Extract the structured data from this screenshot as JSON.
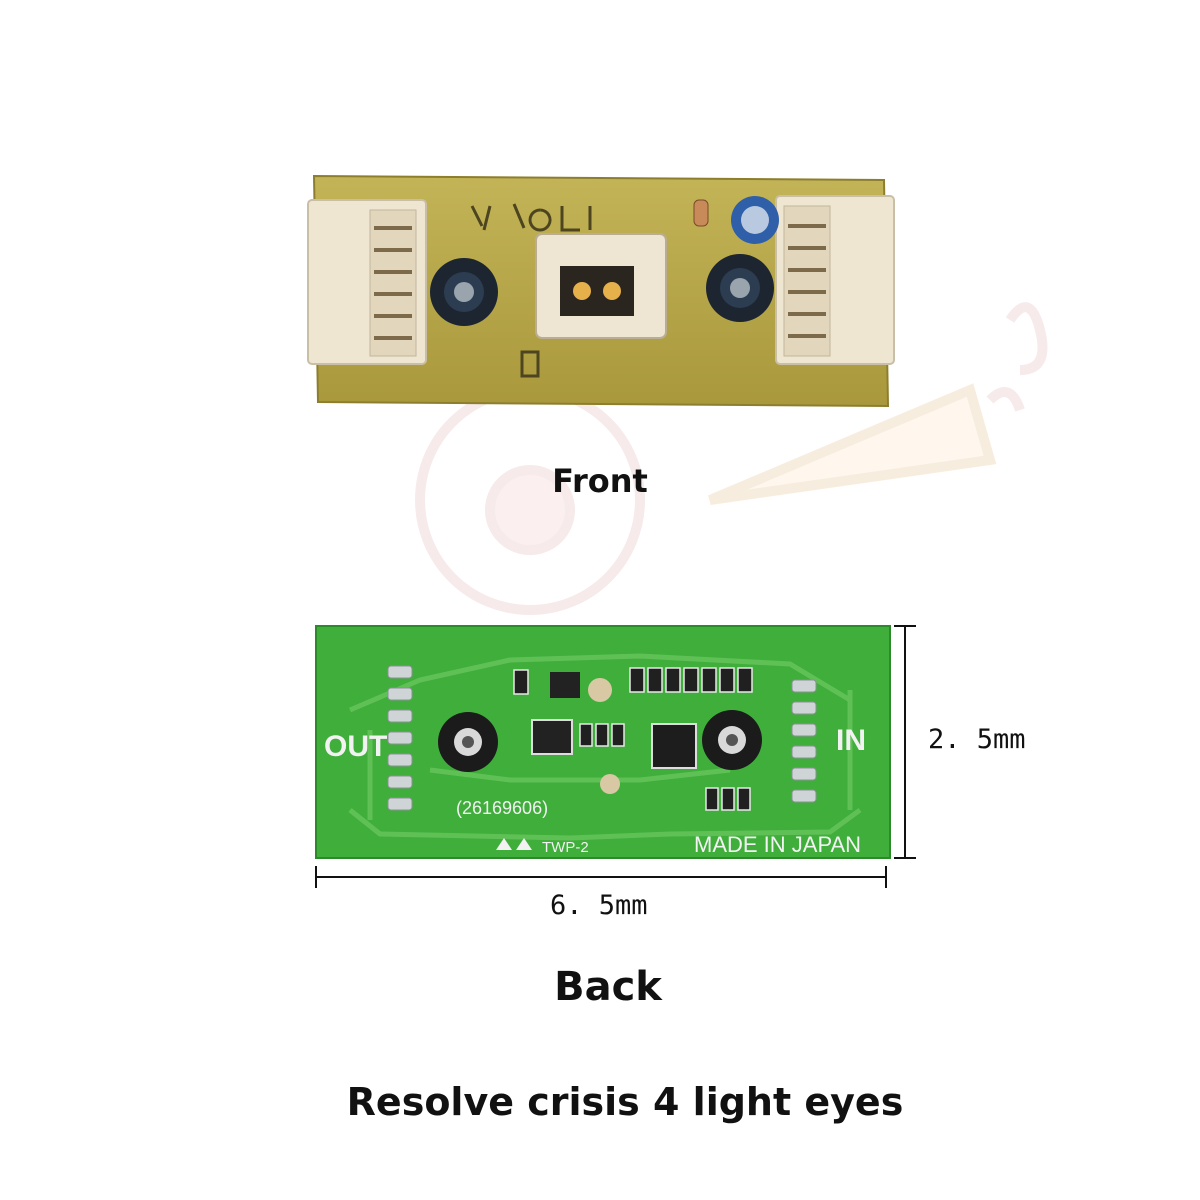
{
  "captions": {
    "front": "Front",
    "back": "Back",
    "title": "Resolve crisis 4 light eyes"
  },
  "dimensions": {
    "height": "2. 5mm",
    "width": "6. 5mm"
  },
  "back_board": {
    "label_out": "OUT",
    "label_in": "IN",
    "serial": "(26169606)",
    "model": "TWP-2",
    "origin": "MADE IN JAPAN"
  },
  "colors": {
    "front_pcb": "#b8a84a",
    "back_pcb": "#3fae3a",
    "connector": "#efe6d2"
  }
}
